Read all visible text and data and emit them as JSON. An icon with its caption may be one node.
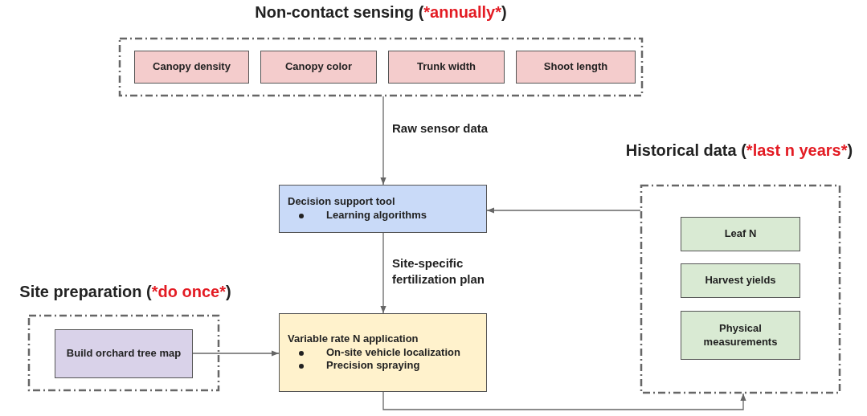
{
  "diagram": {
    "nodes": [
      {
        "text": [
          "Non-contact sensing (*annually*)"
        ]
      },
      {
        "text": [
          "Canopy density"
        ],
        "in": 0
      },
      {
        "text": [
          "Canopy color"
        ],
        "in": 0
      },
      {
        "text": [
          "Trunk width"
        ],
        "in": 0
      },
      {
        "text": [
          "Shoot length"
        ],
        "in": 0
      },
      {
        "text": [
          "Decision support tool",
          "Learning algorithms"
        ]
      },
      {
        "text": [
          "Historical data (*last n years*)"
        ]
      },
      {
        "text": [
          "Leaf N"
        ],
        "in": 6
      },
      {
        "text": [
          "Harvest yields"
        ],
        "in": 6
      },
      {
        "text": [
          "Physical measurements"
        ],
        "in": 6
      },
      {
        "text": [
          "Site preparation (*do once*)"
        ]
      },
      {
        "text": [
          "Build orchard tree map"
        ],
        "in": 10
      },
      {
        "text": [
          "Variable rate N application",
          "On-site vehicle localization",
          "Precision spraying"
        ]
      }
    ],
    "edges": [
      {
        "from": 0,
        "to": 5,
        "arrow": "to",
        "label": "Raw sensor data"
      },
      {
        "from": 6,
        "to": 5,
        "arrow": "to"
      },
      {
        "from": 5,
        "to": 12,
        "arrow": "to",
        "label": "Site-specific fertilization plan"
      },
      {
        "from": 11,
        "to": 12,
        "arrow": "to"
      },
      {
        "from": 12,
        "to": 6,
        "arrow": "to"
      }
    ]
  }
}
